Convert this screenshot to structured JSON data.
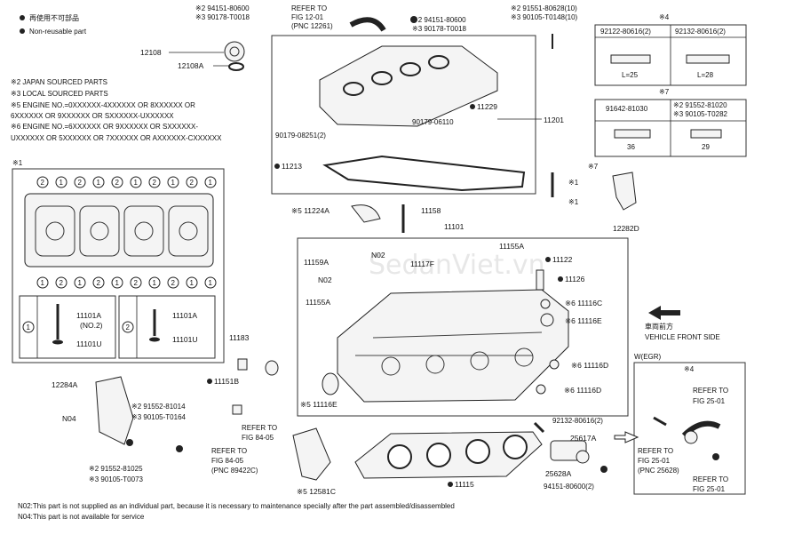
{
  "legend": {
    "reuse_jp": "再使用不可部品",
    "reuse_en": "Non-reusable part",
    "note2": "※2 JAPAN SOURCED PARTS",
    "note3": "※3 LOCAL SOURCED PARTS",
    "note5a": "※5 ENGINE NO.=0XXXXXX-4XXXXXX OR 8XXXXXX OR",
    "note5b": "6XXXXXX OR 9XXXXXX OR SXXXXXX-UXXXXXX",
    "note6a": "※6 ENGINE NO.=6XXXXXX OR 9XXXXXX OR SXXXXXX-",
    "note6b": "UXXXXXX OR 5XXXXXX OR 7XXXXXX OR AXXXXXX-CXXXXXX"
  },
  "footer": {
    "n02": "N02:This part is not supplied as an individual part, because it is necessary to maintenance specially after the part assembled/disassembled",
    "n04": "N04:This part is not available for service"
  },
  "watermark": "SedanViet.vn",
  "direction": {
    "jp": "車両前方",
    "en": "VEHICLE FRONT SIDE"
  },
  "egr": "W(EGR)",
  "mark1": "※1",
  "mark4": "※4",
  "mark7": "※7",
  "table4": {
    "h1": "92122-80616(2)",
    "h2": "92132-80616(2)",
    "l1": "L=25",
    "l2": "L=28"
  },
  "table7": {
    "h1": "91642-81030",
    "h2a": "※2 91552-81020",
    "h2b": "※3 90105-T0282",
    "l1": "36",
    "l2": "29"
  },
  "bolt_table": {
    "c1": "1",
    "c2": "2",
    "p1a": "11101A",
    "p1b": "(NO.2)",
    "p1c": "11101U",
    "p2a": "11101A",
    "p2c": "11101U"
  },
  "seq_top": [
    "2",
    "1",
    "2",
    "1",
    "2",
    "1",
    "2",
    "1",
    "2",
    "1"
  ],
  "seq_bottom": [
    "1",
    "2",
    "1",
    "2",
    "1",
    "2",
    "1",
    "2",
    "1",
    "1"
  ],
  "labels": {
    "p12108": "12108",
    "p12108A": "12108A",
    "top_a1": "※2 94151-80600",
    "top_a2": "※3 90178-T0018",
    "refer12a": "REFER TO",
    "refer12b": "FIG 12-01",
    "refer12c": "(PNC 12261)",
    "top_b1": "※2 94151-80600",
    "top_b2": "※3 90178-T0018",
    "top_c1": "※2 91551-80628(10)",
    "top_c2": "※3 90105-T0148(10)",
    "p11229": "11229",
    "p90179_06110": "90179-06110",
    "p90179_08251": "90179-08251(2)",
    "p11201": "11201",
    "p11213": "11213",
    "p11224A": "※5 11224A",
    "p11158": "11158",
    "p11101": "11101",
    "p11155A_top": "11155A",
    "p11159A": "11159A",
    "n02a": "N02",
    "n02b": "N02",
    "p11117F": "11117F",
    "p11122": "11122",
    "p11126": "11126",
    "p11155A_left": "11155A",
    "p11116C": "※6 11116C",
    "p11116E_r": "※6 11116E",
    "p11183": "11183",
    "p11151B": "11151B",
    "p11116D_a": "※6 11116D",
    "p11116D_b": "※6 11116D",
    "p11116E_l": "※5 11116E",
    "p12282D": "12282D",
    "p12284A": "12284A",
    "n04": "N04",
    "b1a": "※2 91552-81014",
    "b1b": "※3 90105-T0164",
    "b2a": "※2 91552-81025",
    "b2b": "※3 90105-T0073",
    "ref84a": "REFER TO",
    "ref84b": "FIG 84-05",
    "ref84c": "REFER TO",
    "ref84d": "FIG 84-05",
    "ref84e": "(PNC 89422C)",
    "p12581C": "※5 12581C",
    "p11115": "11115",
    "p92132": "92132-80616(2)",
    "p25617A": "25617A",
    "p25628A": "25628A",
    "p94151": "94151-80600(2)",
    "ref25a": "REFER TO",
    "ref25b": "FIG 25-01",
    "ref25c": "REFER TO",
    "ref25d": "FIG 25-01",
    "ref25e": "(PNC 25628)",
    "ref25f": "REFER TO",
    "ref25g": "FIG 25-01"
  }
}
